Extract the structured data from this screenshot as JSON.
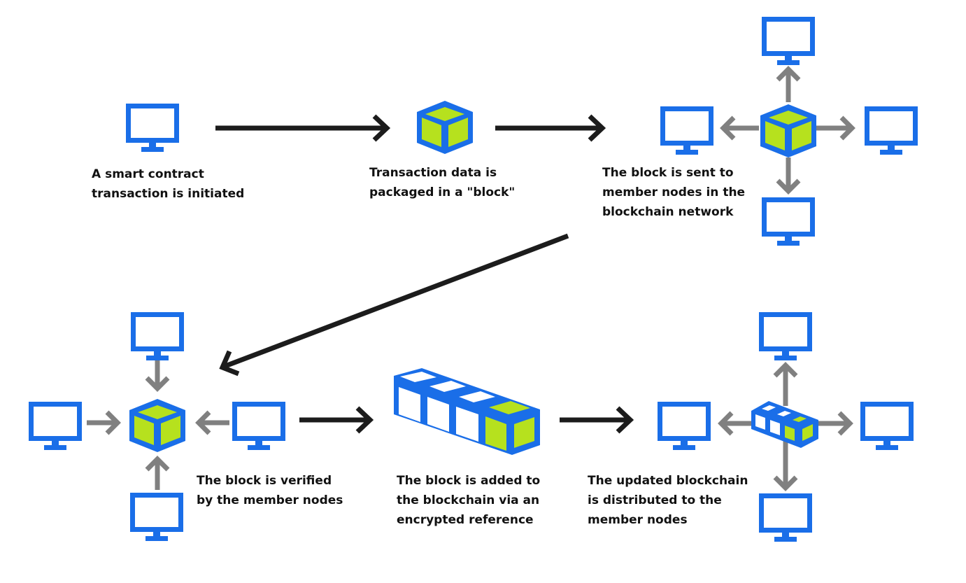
{
  "title": "Blockchain smart contract transaction flow",
  "colors": {
    "node_blue": "#1a6ee8",
    "block_green": "#b6e11e",
    "flow_arrow": "#1c1c1c",
    "network_arrow": "#808080",
    "text": "#111111"
  },
  "steps": [
    {
      "id": "initiate",
      "label": "A smart contract\ntransaction is initiated"
    },
    {
      "id": "package",
      "label": "Transaction data is\npackaged in a \"block\""
    },
    {
      "id": "broadcast",
      "label": "The block is sent to\nmember nodes in the\nblockchain network"
    },
    {
      "id": "verify",
      "label": "The block is verified\nby the member nodes"
    },
    {
      "id": "append",
      "label": "The block is added to\nthe blockchain via an\nencrypted reference"
    },
    {
      "id": "distribute",
      "label": "The updated blockchain\nis distributed to the\nmember nodes"
    }
  ],
  "icons": {
    "node": "computer-monitor-icon",
    "block": "cube-block-icon",
    "chain": "blockchain-icon"
  }
}
